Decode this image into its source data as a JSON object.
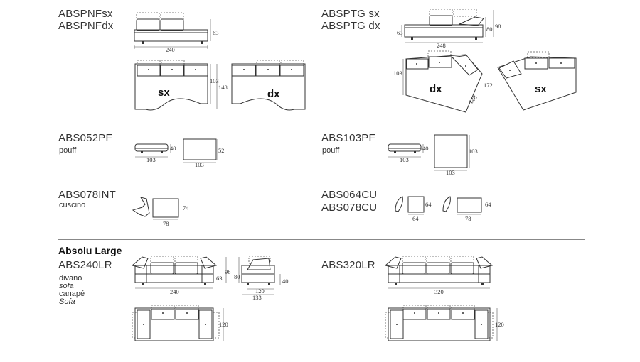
{
  "models": {
    "abspnf": {
      "line1": "ABSPNFsx",
      "line2": "ABSPNFdx"
    },
    "absptg": {
      "line1": "ABSPTG sx",
      "line2": "ABSPTG dx"
    },
    "abs052": {
      "code": "ABS052PF",
      "desc": "pouff"
    },
    "abs103": {
      "code": "ABS103PF",
      "desc": "pouff"
    },
    "abs078int": {
      "code": "ABS078INT",
      "desc": "cuscino"
    },
    "abs064": {
      "line1": "ABS064CU",
      "line2": "ABS078CU"
    },
    "section_title": "Absolu Large",
    "abs240": {
      "code": "ABS240LR",
      "desc1": "divano",
      "desc2": "sofa",
      "desc3": "canapé",
      "desc4": "Sofa"
    },
    "abs320": {
      "code": "ABS320LR"
    }
  },
  "dims": {
    "pnf_w": "240",
    "pnf_h": "63",
    "pnf_d1": "103",
    "pnf_d2": "148",
    "sx": "sx",
    "dx": "dx",
    "ptg_w": "248",
    "ptg_h1": "63",
    "ptg_h2": "80",
    "ptg_h3": "98",
    "ptg_d1": "103",
    "ptg_d2": "172",
    "ptg_d3": "148",
    "p052_w": "103",
    "p052_h": "40",
    "p052_tw": "103",
    "p052_td": "52",
    "p103_w": "103",
    "p103_h": "40",
    "p103_tw": "103",
    "p103_td": "103",
    "int_w": "78",
    "int_h": "74",
    "cu64_w": "64",
    "cu64_h": "64",
    "cu78_w": "78",
    "cu78_h": "64",
    "s240_w": "240",
    "s240_h1": "63",
    "s240_h2": "98",
    "s240_d1": "120",
    "s240_d2": "133",
    "s240_h3": "80",
    "s240_h4": "40",
    "s240_td": "120",
    "s320_w": "320",
    "s320_td": "120"
  }
}
